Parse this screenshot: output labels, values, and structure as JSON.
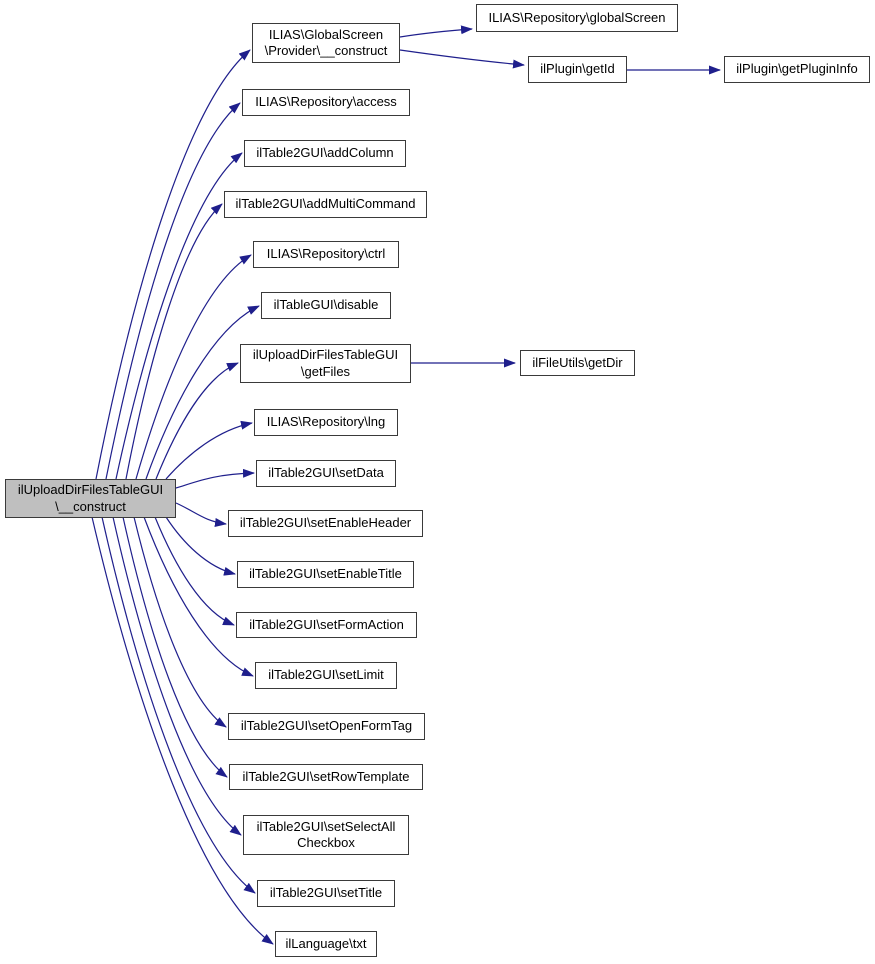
{
  "colors": {
    "edge": "#1f1f8c",
    "node_border": "#3a3a3a",
    "node_fill": "#ffffff",
    "root_fill": "#bfbfbf",
    "background": "#ffffff",
    "text": "#000000"
  },
  "nodes": {
    "root": {
      "label": "ilUploadDirFilesTableGUI\n\\__construct"
    },
    "provider_construct": {
      "label": "ILIAS\\GlobalScreen\n\\Provider\\__construct"
    },
    "global_screen": {
      "label": "ILIAS\\Repository\\globalScreen"
    },
    "get_id": {
      "label": "ilPlugin\\getId"
    },
    "get_plugin_info": {
      "label": "ilPlugin\\getPluginInfo"
    },
    "access": {
      "label": "ILIAS\\Repository\\access"
    },
    "add_column": {
      "label": "ilTable2GUI\\addColumn"
    },
    "add_multi_command": {
      "label": "ilTable2GUI\\addMultiCommand"
    },
    "ctrl": {
      "label": "ILIAS\\Repository\\ctrl"
    },
    "disable": {
      "label": "ilTableGUI\\disable"
    },
    "get_files": {
      "label": "ilUploadDirFilesTableGUI\n\\getFiles"
    },
    "get_dir": {
      "label": "ilFileUtils\\getDir"
    },
    "lng": {
      "label": "ILIAS\\Repository\\lng"
    },
    "set_data": {
      "label": "ilTable2GUI\\setData"
    },
    "set_enable_header": {
      "label": "ilTable2GUI\\setEnableHeader"
    },
    "set_enable_title": {
      "label": "ilTable2GUI\\setEnableTitle"
    },
    "set_form_action": {
      "label": "ilTable2GUI\\setFormAction"
    },
    "set_limit": {
      "label": "ilTable2GUI\\setLimit"
    },
    "set_open_form_tag": {
      "label": "ilTable2GUI\\setOpenFormTag"
    },
    "set_row_template": {
      "label": "ilTable2GUI\\setRowTemplate"
    },
    "set_select_all_checkbox": {
      "label": "ilTable2GUI\\setSelectAll\nCheckbox"
    },
    "set_title": {
      "label": "ilTable2GUI\\setTitle"
    },
    "txt": {
      "label": "ilLanguage\\txt"
    }
  },
  "edges": [
    {
      "from": "root",
      "to": "provider_construct"
    },
    {
      "from": "root",
      "to": "access"
    },
    {
      "from": "root",
      "to": "add_column"
    },
    {
      "from": "root",
      "to": "add_multi_command"
    },
    {
      "from": "root",
      "to": "ctrl"
    },
    {
      "from": "root",
      "to": "disable"
    },
    {
      "from": "root",
      "to": "get_files"
    },
    {
      "from": "root",
      "to": "lng"
    },
    {
      "from": "root",
      "to": "set_data"
    },
    {
      "from": "root",
      "to": "set_enable_header"
    },
    {
      "from": "root",
      "to": "set_enable_title"
    },
    {
      "from": "root",
      "to": "set_form_action"
    },
    {
      "from": "root",
      "to": "set_limit"
    },
    {
      "from": "root",
      "to": "set_open_form_tag"
    },
    {
      "from": "root",
      "to": "set_row_template"
    },
    {
      "from": "root",
      "to": "set_select_all_checkbox"
    },
    {
      "from": "root",
      "to": "set_title"
    },
    {
      "from": "root",
      "to": "txt"
    },
    {
      "from": "provider_construct",
      "to": "global_screen"
    },
    {
      "from": "provider_construct",
      "to": "get_id"
    },
    {
      "from": "get_id",
      "to": "get_plugin_info"
    },
    {
      "from": "get_files",
      "to": "get_dir"
    }
  ]
}
